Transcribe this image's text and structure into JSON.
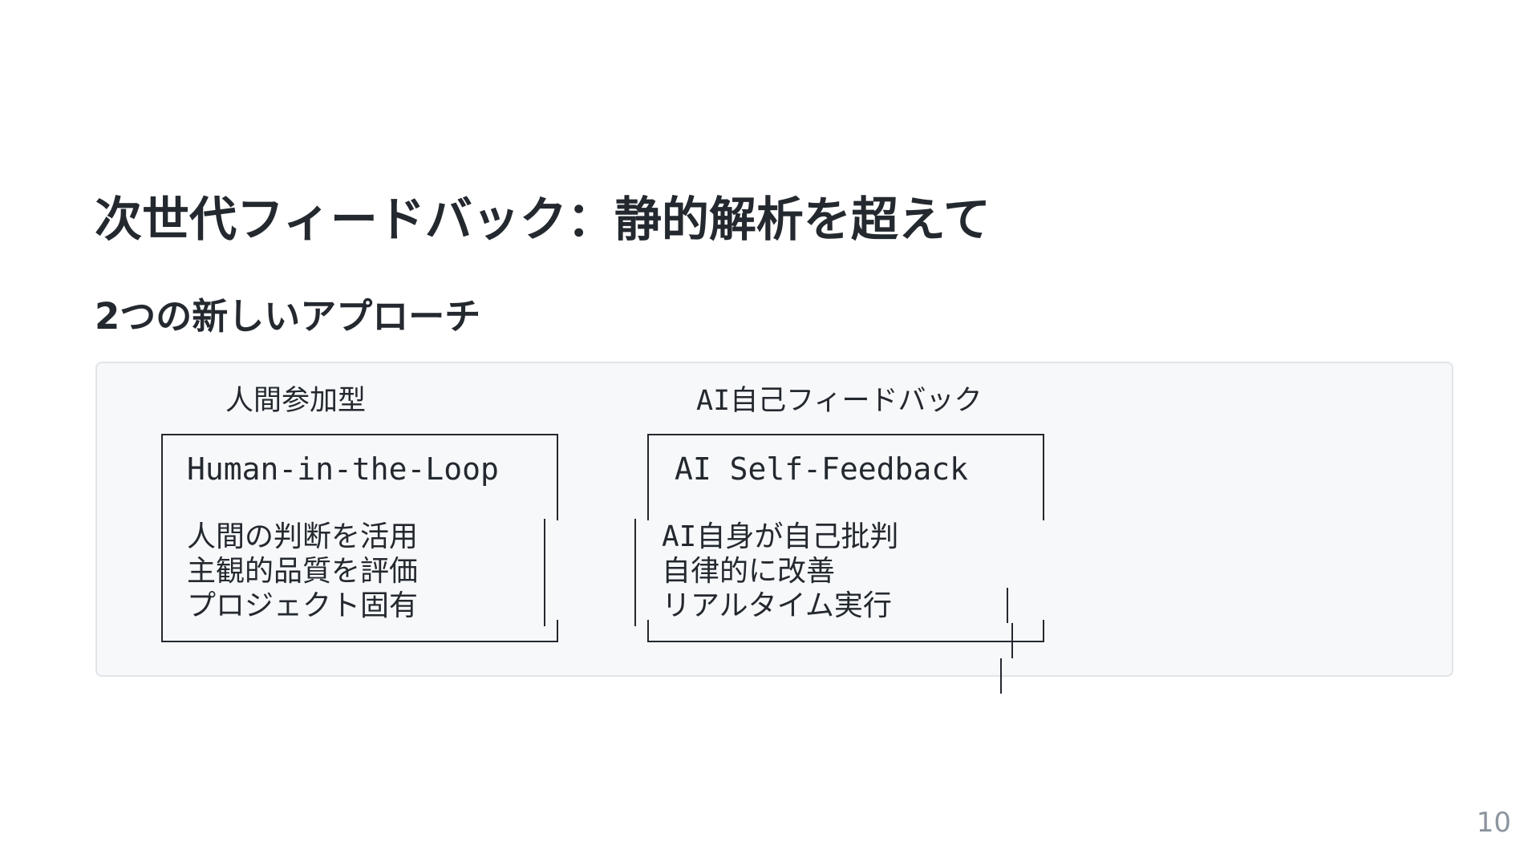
{
  "slide": {
    "title": "次世代フィードバック：静的解析を超えて",
    "subtitle": "2つの新しいアプローチ",
    "page_number": "10"
  },
  "diagram": {
    "left": {
      "heading": "人間参加型",
      "box_title": "Human-in-the-Loop",
      "lines": [
        "人間の判断を活用",
        "主観的品質を評価",
        "プロジェクト固有"
      ]
    },
    "right": {
      "heading": "AI自己フィードバック",
      "box_title": "AI Self-Feedback",
      "lines": [
        "AI自身が自己批判",
        "自律的に改善",
        "リアルタイム実行"
      ]
    }
  }
}
